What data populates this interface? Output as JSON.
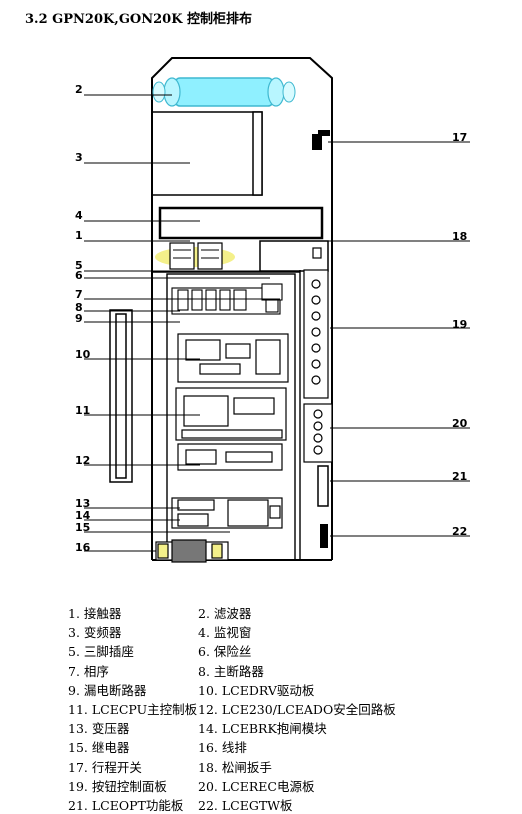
{
  "title": "3.2 GPN20K,GON20K 控制柜排布",
  "labels": [
    "1",
    "2",
    "3",
    "4",
    "5",
    "6",
    "7",
    "8",
    "9",
    "10",
    "11",
    "12",
    "13",
    "14",
    "15",
    "16",
    "17",
    "18",
    "19",
    "20",
    "21",
    "22"
  ],
  "legend": [
    {
      "left": "1.   接触器",
      "right": "2.   滤波器"
    },
    {
      "left": "3.   变频器",
      "right": "4.   监视窗"
    },
    {
      "left": "5.   三脚插座",
      "right": "6.   保险丝"
    },
    {
      "left": "7.   相序",
      "right": "8.   主断路器"
    },
    {
      "left": "9.   漏电断路器",
      "right": "10. LCEDRV驱动板"
    },
    {
      "left": "11. LCECPU主控制板",
      "right": "12. LCE230/LCEADO安全回路板"
    },
    {
      "left": "13.  变压器",
      "right": "14. LCEBRK抱闸模块"
    },
    {
      "left": "15.  继电器",
      "right": "16.  线排"
    },
    {
      "left": "17.  行程开关",
      "right": "18.  松闸扳手"
    },
    {
      "left": "19.  按钮控制面板",
      "right": "20. LCEREC电源板"
    },
    {
      "left": "21. LCEOPT功能板",
      "right": "22. LCEGTW板"
    }
  ]
}
